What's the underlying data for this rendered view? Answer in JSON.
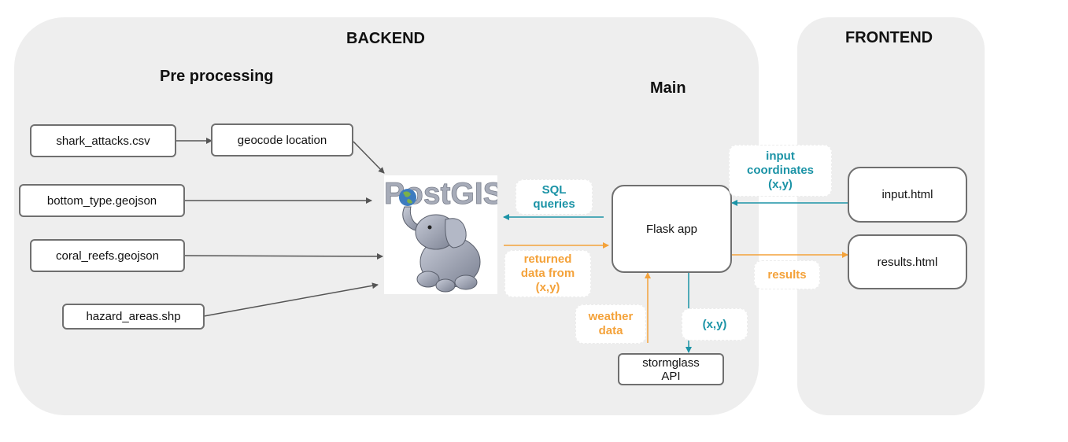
{
  "sections": {
    "backend": "BACKEND",
    "frontend": "FRONTEND",
    "preprocessing": "Pre processing",
    "main": "Main"
  },
  "inputs": {
    "shark_attacks": "shark_attacks.csv",
    "geocode": "geocode location",
    "bottom_type": "bottom_type.geojson",
    "coral_reefs": "coral_reefs.geojson",
    "hazard_areas": "hazard_areas.shp"
  },
  "database": {
    "logo_text": "PostGIS"
  },
  "services": {
    "flask": "Flask app",
    "stormglass_line1": "stormglass",
    "stormglass_line2": "API"
  },
  "pages": {
    "input": "input.html",
    "results": "results.html"
  },
  "labels": {
    "sql_line1": "SQL",
    "sql_line2": "queries",
    "returned_line1": "returned",
    "returned_line2": "data from",
    "returned_line3": "(x,y)",
    "input_line1": "input",
    "input_line2": "coordinates",
    "input_line3": "(x,y)",
    "results": "results",
    "weather_line1": "weather",
    "weather_line2": "data",
    "xy": "(x,y)"
  },
  "colors": {
    "teal": "#1b93a6",
    "orange": "#f4a23a",
    "gray_arrow": "#555555",
    "panel": "#eeeeee"
  }
}
